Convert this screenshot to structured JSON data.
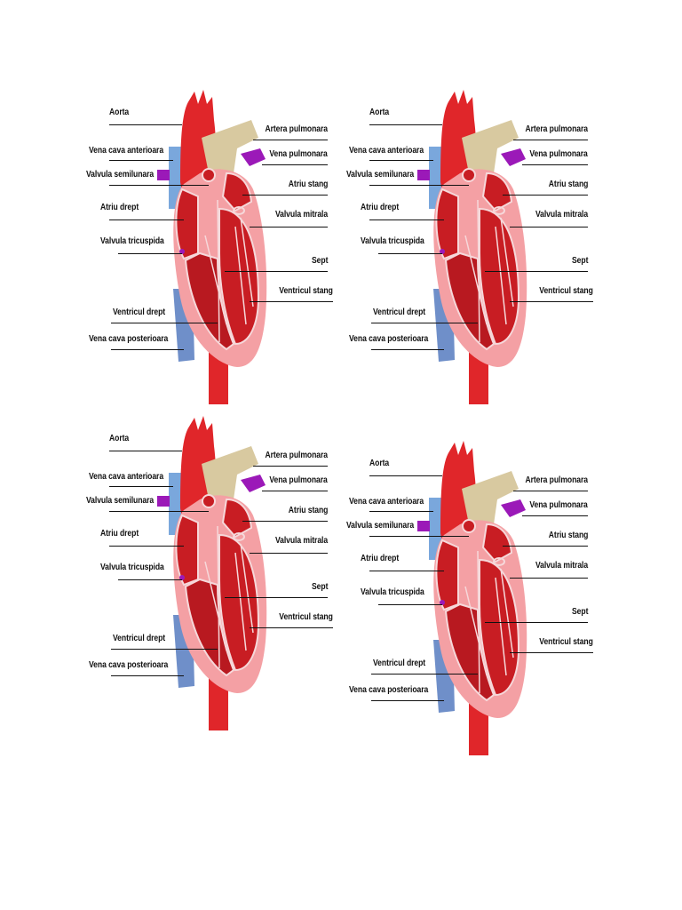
{
  "labels": {
    "aorta": "Aorta",
    "vena_cava_anterioara": "Vena cava anterioara",
    "valvula_semilunara": "Valvula semilunara",
    "atriu_drept": "Atriu drept",
    "valvula_tricuspida": "Valvula tricuspida",
    "ventricul_drept": "Ventricul drept",
    "vena_cava_posterioara": "Vena cava posterioara",
    "artera_pulmonara": "Artera pulmonara",
    "vena_pulmonara": "Vena pulmonara",
    "atriu_stang": "Atriu stang",
    "valvula_mitrala": "Valvula mitrala",
    "sept": "Sept",
    "ventricul_stang": "Ventricul stang"
  },
  "colors": {
    "aorta": "#e0262a",
    "vena_cava": "#6f8fc9",
    "pulmonary_artery": "#d8c9a0",
    "pulmonary_vein": "#9b19b8",
    "heart_wall": "#f4a0a4",
    "chamber": "#c81d23",
    "septum_lines": "#f6d8da"
  },
  "panels": [
    {
      "id": "panel-top-left"
    },
    {
      "id": "panel-top-right"
    },
    {
      "id": "panel-bottom-left"
    },
    {
      "id": "panel-bottom-right"
    }
  ]
}
